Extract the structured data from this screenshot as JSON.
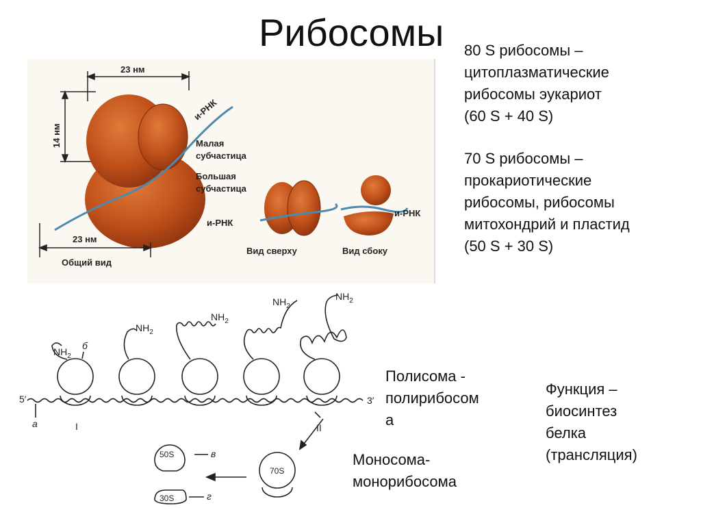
{
  "title": "Рибосомы",
  "ribosome_80s": [
    "80 S рибосомы –",
    "цитоплазматические",
    "рибосомы эукариот",
    "(60 S + 40 S)"
  ],
  "ribosome_70s": [
    "70 S рибосомы –",
    "прокариотические",
    "рибосомы, рибосомы",
    "митохондрий и пластид",
    "(50 S + 30 S)"
  ],
  "polysome": [
    "Полисома -",
    "полирибосом",
    "а"
  ],
  "monosome": [
    "Моносома-",
    "монорибосома"
  ],
  "function": [
    "Функция –",
    "биосинтез",
    "белка",
    "(трансляция)"
  ],
  "figure_top": {
    "dim_top": "23 нм",
    "dim_side": "14 нм",
    "dim_bottom": "23 нм",
    "mrna_1": "и-РНК",
    "small_subunit": [
      "Малая",
      "субчастица"
    ],
    "large_subunit": [
      "Большая",
      "субчастица"
    ],
    "mrna_2": "и-РНК",
    "mrna_3": "и-РНК",
    "general_view": "Общий вид",
    "top_view": "Вид  сверху",
    "side_view": "Вид  сбоку"
  },
  "figure_bottom": {
    "nh2": "NH",
    "nh2_sub": "2",
    "label_b": "б",
    "five_prime": "5′",
    "three_prime": "3′",
    "label_a": "а",
    "roman_1": "I",
    "roman_2": "II",
    "s50": "50S",
    "s70": "70S",
    "s30": "30S",
    "label_v": "в",
    "label_g": "г"
  },
  "colors": {
    "ribosome": "#c0501a",
    "mrna": "#4a8ab0"
  }
}
